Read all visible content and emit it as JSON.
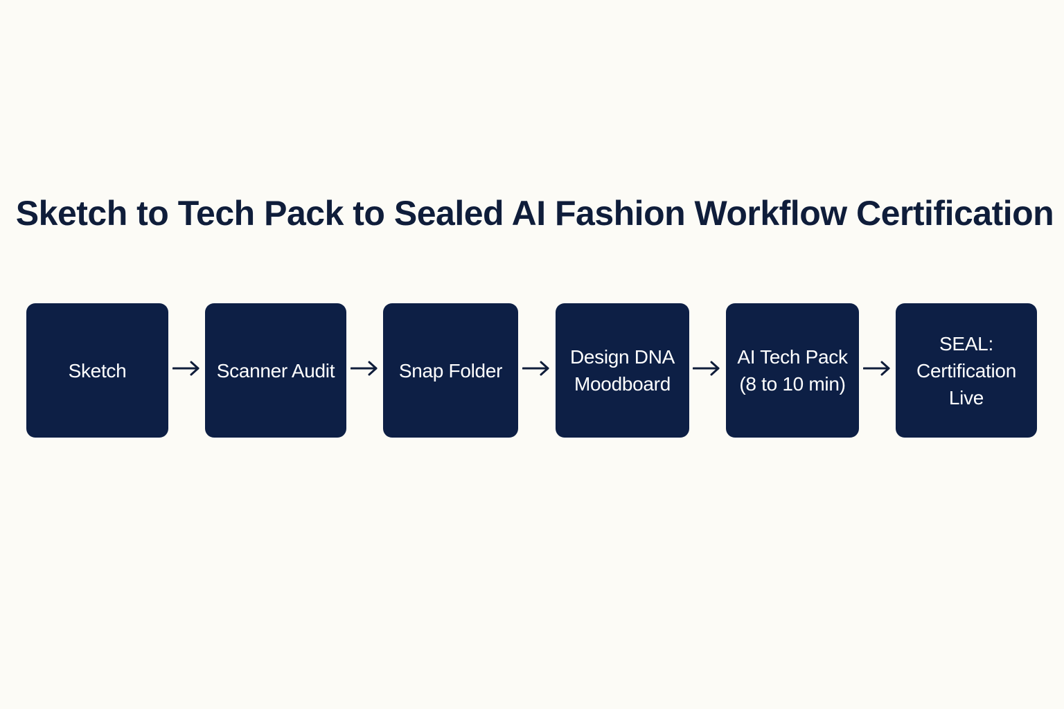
{
  "diagram": {
    "title": "Sketch to Tech Pack to Sealed AI Fashion Workflow Certification",
    "steps": [
      {
        "label": "Sketch"
      },
      {
        "label": "Scanner Audit"
      },
      {
        "label": "Snap Folder"
      },
      {
        "label": "Design DNA\nMoodboard"
      },
      {
        "label": "AI Tech Pack\n(8 to 10 min)"
      },
      {
        "label": "SEAL:\nCertification Live"
      }
    ],
    "colors": {
      "background": "#fcfbf6",
      "box": "#0d1f45",
      "text_on_box": "#ffffff",
      "title": "#0f1d3a",
      "arrow": "#0f1d3a"
    },
    "connector_icon": "right-arrow-icon"
  }
}
